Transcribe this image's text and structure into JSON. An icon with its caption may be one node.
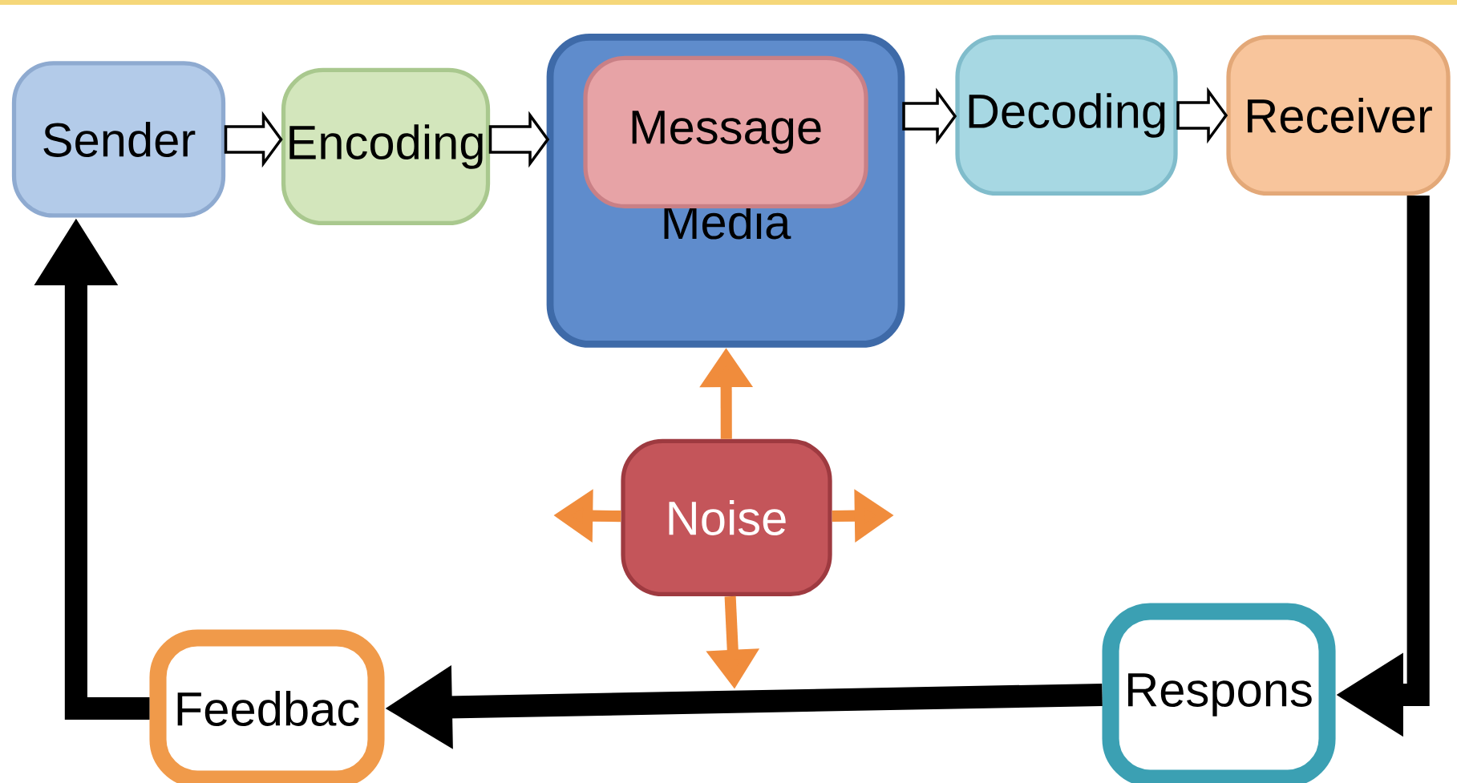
{
  "diagram": {
    "nodes": [
      {
        "text": [
          "Sender"
        ]
      },
      {
        "text": [
          "Encoding"
        ]
      },
      {
        "text": [
          "Media"
        ]
      },
      {
        "text": [
          "Message"
        ],
        "in": 2
      },
      {
        "text": [
          "Decoding"
        ]
      },
      {
        "text": [
          "Receiver"
        ]
      },
      {
        "text": [
          "Noise"
        ]
      },
      {
        "text": [
          "Feedbac"
        ]
      },
      {
        "text": [
          "Respons"
        ]
      }
    ],
    "edges": [
      {
        "from": 0,
        "to": 1,
        "arrow": "to"
      },
      {
        "from": 1,
        "to": 2,
        "arrow": "to"
      },
      {
        "from": 2,
        "to": 4,
        "arrow": "to"
      },
      {
        "from": 4,
        "to": 5,
        "arrow": "to"
      },
      {
        "from": 5,
        "to": 8,
        "arrow": "to",
        "style": "thick",
        "color": "#000000"
      },
      {
        "from": 8,
        "to": 7,
        "arrow": "to",
        "style": "thick",
        "color": "#000000"
      },
      {
        "from": 7,
        "to": 0,
        "arrow": "to",
        "style": "thick",
        "color": "#000000"
      },
      {
        "from": 6,
        "to": 2,
        "arrow": "to",
        "color": "#f08c3c"
      },
      {
        "from": 6,
        "to": null,
        "arrow": "to",
        "color": "#f08c3c"
      },
      {
        "from": 6,
        "to": null,
        "arrow": "to",
        "color": "#f08c3c"
      },
      {
        "from": 6,
        "to": null,
        "arrow": "to",
        "color": "#f08c3c"
      }
    ]
  }
}
